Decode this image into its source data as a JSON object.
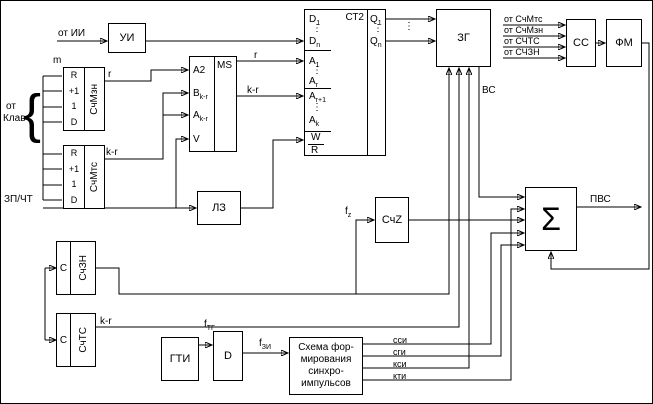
{
  "diagram": {
    "labels": {
      "ot_ii": "от ИИ",
      "m": "m",
      "r_out": "r",
      "kr_mts": "k-r",
      "ot_klav_line1": "от",
      "ot_klav_line2": "Клав",
      "brace": "{",
      "zp_cht": "ЗП/ЧТ",
      "r_ms": "r",
      "kr_ms": "k-r",
      "dots": "⋮",
      "vs": "ВС",
      "pvs": "ПВС",
      "kr_ts": "k-r",
      "c_zn": "С",
      "c_ts": "С",
      "f_z": {
        "b": "f",
        "s": "z"
      },
      "f_tg": {
        "b": "f",
        "s": "ТГ"
      },
      "f_zi": {
        "b": "f",
        "s": "ЗИ"
      },
      "ssi": "сси",
      "sgi": "сги",
      "ksi": "кси",
      "kti": "кти",
      "ss_inputs": [
        "от СчМтс",
        "от СчМзн",
        "от СЧТС",
        "от СЧЗН"
      ]
    },
    "blocks": {
      "ui": "УИ",
      "lz": "ЛЗ",
      "zg": "ЗГ",
      "ss": "СС",
      "fm": "ФМ",
      "schz": "СчZ",
      "sum": "Σ",
      "gti": "ГТИ",
      "d": "D",
      "mzn": {
        "rows": [
          "R",
          "+1",
          "1",
          "D"
        ],
        "name": "СчМзн"
      },
      "mts": {
        "rows": [
          "R",
          "+1",
          "1",
          "D"
        ],
        "name": "СчМтс"
      },
      "zn": {
        "c": "С",
        "name": "СчЗН"
      },
      "ts": {
        "c": "С",
        "name": "СчТС"
      },
      "ms": {
        "name": "MS",
        "p1": {
          "b": "A2",
          "s": ""
        },
        "p2": {
          "b": "B",
          "s": "k-r"
        },
        "p3": {
          "b": "A",
          "s": "k-r"
        },
        "p4": {
          "b": "V",
          "s": ""
        }
      },
      "st2": {
        "name": "СТ2",
        "dots": "⋮",
        "d1b": "D",
        "d1s": "1",
        "dnb": "D",
        "dns": "n",
        "a1b": "A",
        "a1s": "1",
        "arb": "A",
        "ars": "r",
        "ar1b": "A",
        "ar1s": "r+1",
        "akb": "A",
        "aks": "k",
        "w": "W",
        "r": "R",
        "q1b": "Q",
        "q1s": "1",
        "qnb": "Q",
        "qns": "n"
      },
      "sync": {
        "l1": "Схема фор-",
        "l2": "мирования",
        "l3": "синхро-",
        "l4": "импульсов"
      }
    }
  }
}
